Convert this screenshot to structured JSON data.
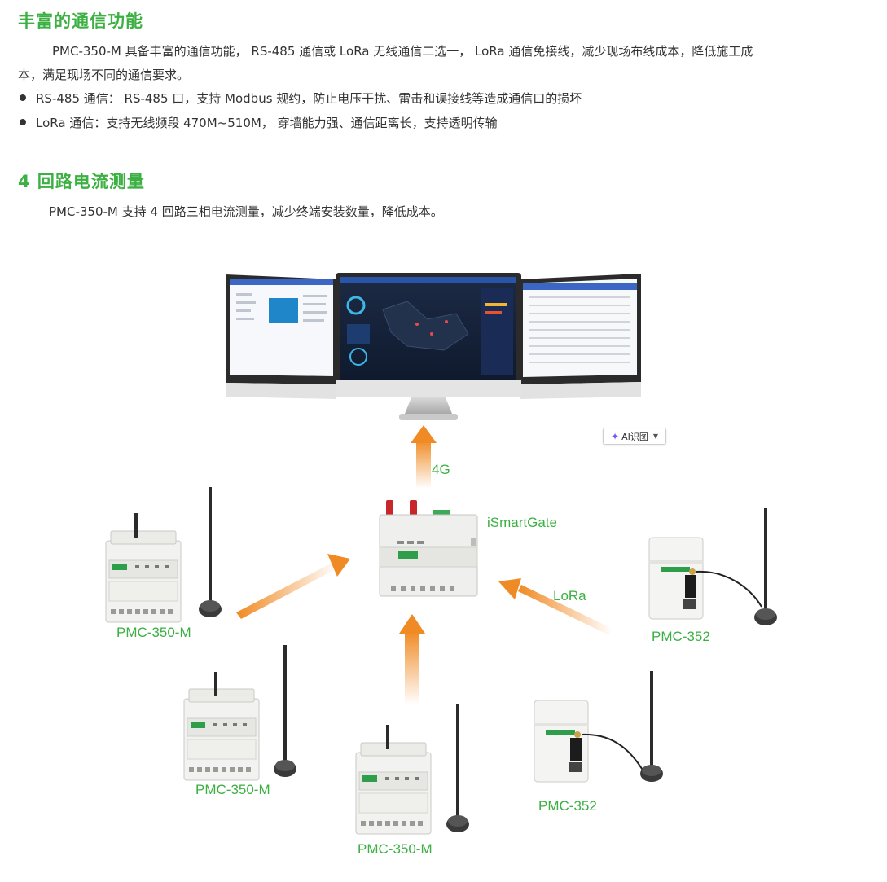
{
  "section1": {
    "title": "丰富的通信功能",
    "para_line1": "PMC-350-M 具备丰富的通信功能， RS-485 通信或 LoRa 无线通信二选一， LoRa 通信免接线，减少现场布线成本，降低施工成",
    "para_line2": "本，满足现场不同的通信要求。",
    "bullets": [
      "RS-485 通信： RS-485 口，支持 Modbus 规约，防止电压干扰、雷击和误接线等造成通信口的损坏",
      "LoRa 通信：支持无线频段 470M~510M， 穿墙能力强、通信距离长，支持透明传输"
    ]
  },
  "section2": {
    "title": "4 回路电流测量",
    "para": "PMC-350-M 支持 4 回路三相电流测量，减少终端安装数量，降低成本。"
  },
  "diagram": {
    "label_4g": "4G",
    "gateway_label": "iSmartGate",
    "lora_label": "LoRa",
    "device_labels": [
      "PMC-350-M",
      "PMC-350-M",
      "PMC-350-M",
      "PMC-352",
      "PMC-352"
    ],
    "arrow_color": "#f08a24",
    "label_color": "#3cb043"
  },
  "ai_button": {
    "label": "AI识图",
    "icon": "sparkle-icon"
  }
}
